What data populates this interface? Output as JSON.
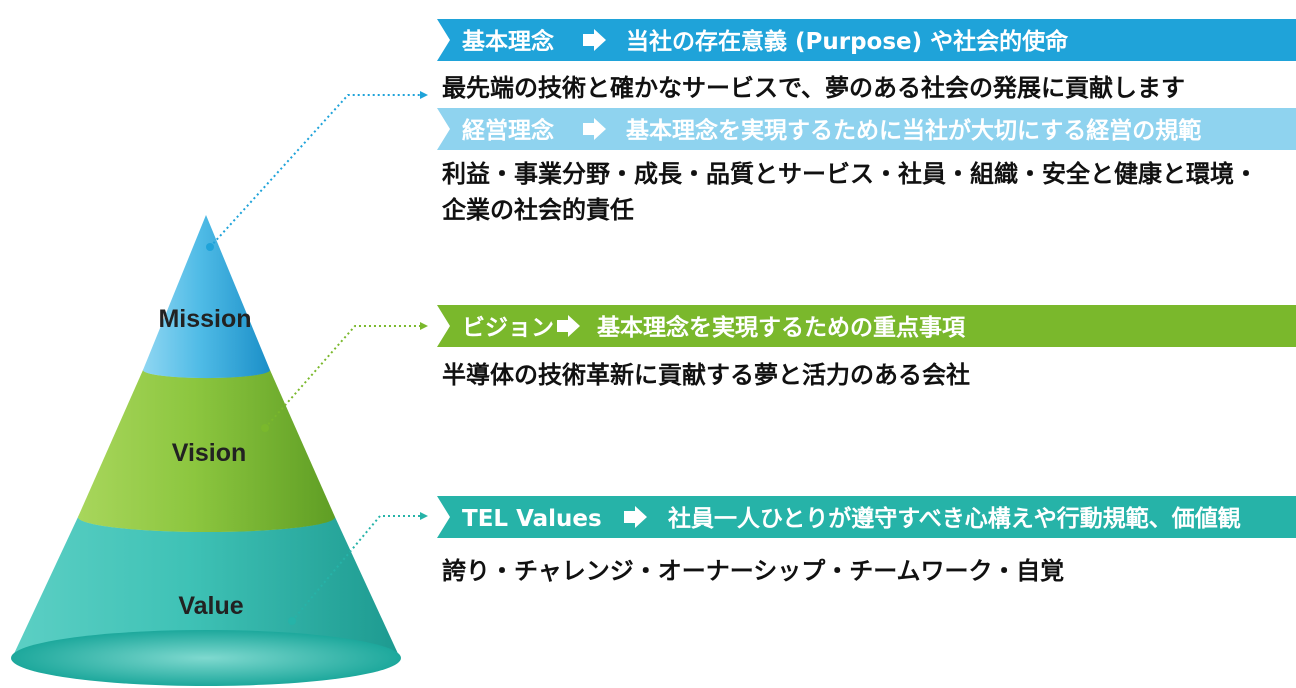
{
  "colors": {
    "mission_blue": "#1fa3d9",
    "mission_light": "#8fd3ef",
    "vision_green": "#7ab82c",
    "vision_light": "#c6e28a",
    "value_teal": "#26b3a8",
    "value_light": "#8ddbd3"
  },
  "cone": {
    "mission_label": "Mission",
    "vision_label": "Vision",
    "value_label": "Value"
  },
  "mission": {
    "band1_title": "基本理念",
    "band1_desc": "当社の存在意義 (Purpose) や社会的使命",
    "band1_body": "最先端の技術と確かなサービスで、夢のある社会の発展に貢献します",
    "band2_title": "経営理念",
    "band2_desc": "基本理念を実現するために当社が大切にする経営の規範",
    "band2_body_line1": "利益・事業分野・成長・品質とサービス・社員・組織・安全と健康と環境・",
    "band2_body_line2": "企業の社会的責任"
  },
  "vision": {
    "band_title": "ビジョン",
    "band_desc": "基本理念を実現するための重点事項",
    "body": "半導体の技術革新に貢献する夢と活力のある会社"
  },
  "values": {
    "band_title": "TEL Values",
    "band_desc": "社員一人ひとりが遵守すべき心構えや行動規範、価値観",
    "body": "誇り・チャレンジ・オーナーシップ・チームワーク・自覚"
  },
  "icons": {
    "arrow": "right-arrow-icon"
  }
}
